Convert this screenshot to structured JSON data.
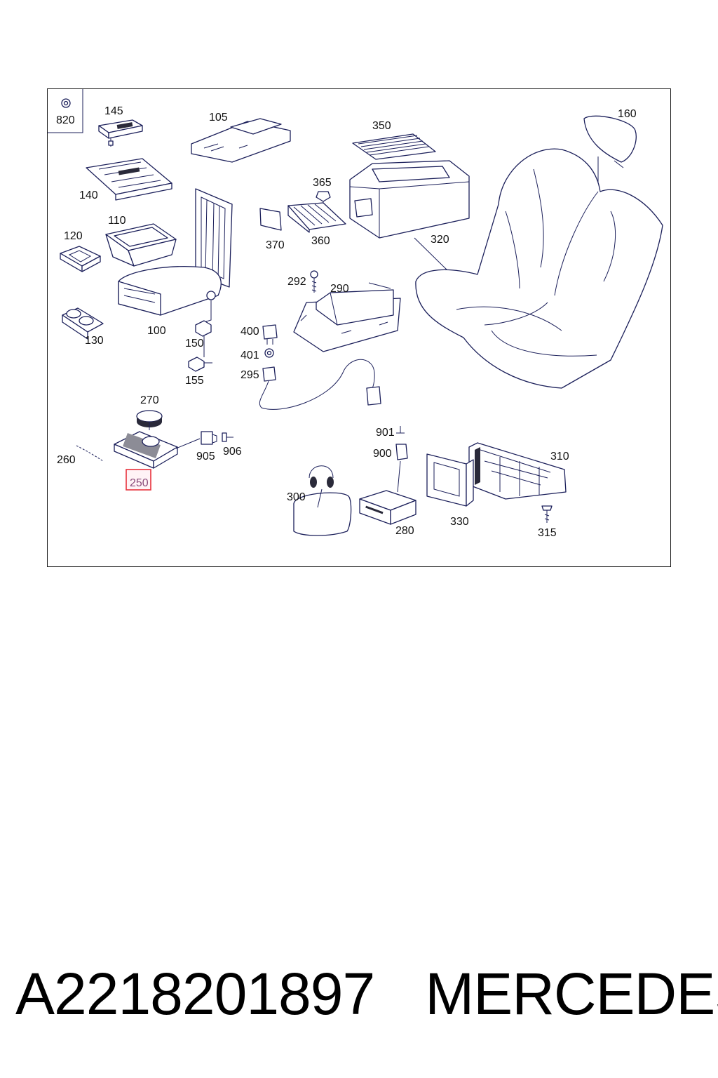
{
  "diagram": {
    "labels": {
      "p820": "820",
      "p145": "145",
      "p105": "105",
      "p350": "350",
      "p160": "160",
      "p140": "140",
      "p365": "365",
      "p110": "110",
      "p120": "120",
      "p370": "370",
      "p360": "360",
      "p320": "320",
      "p292": "292",
      "p290": "290",
      "p130": "130",
      "p100": "100",
      "p150": "150",
      "p400": "400",
      "p401": "401",
      "p155": "155",
      "p295": "295",
      "p270": "270",
      "p260": "260",
      "p905": "905",
      "p906": "906",
      "p250": "250",
      "p901": "901",
      "p900": "900",
      "p310": "310",
      "p300": "300",
      "p280": "280",
      "p330": "330",
      "p315": "315"
    },
    "highlighted_part": "250",
    "highlight_color": "#e8323c",
    "line_color": "#1b1f5a"
  },
  "footer": {
    "part_number": "A2218201897",
    "brand": "MERCEDES"
  }
}
